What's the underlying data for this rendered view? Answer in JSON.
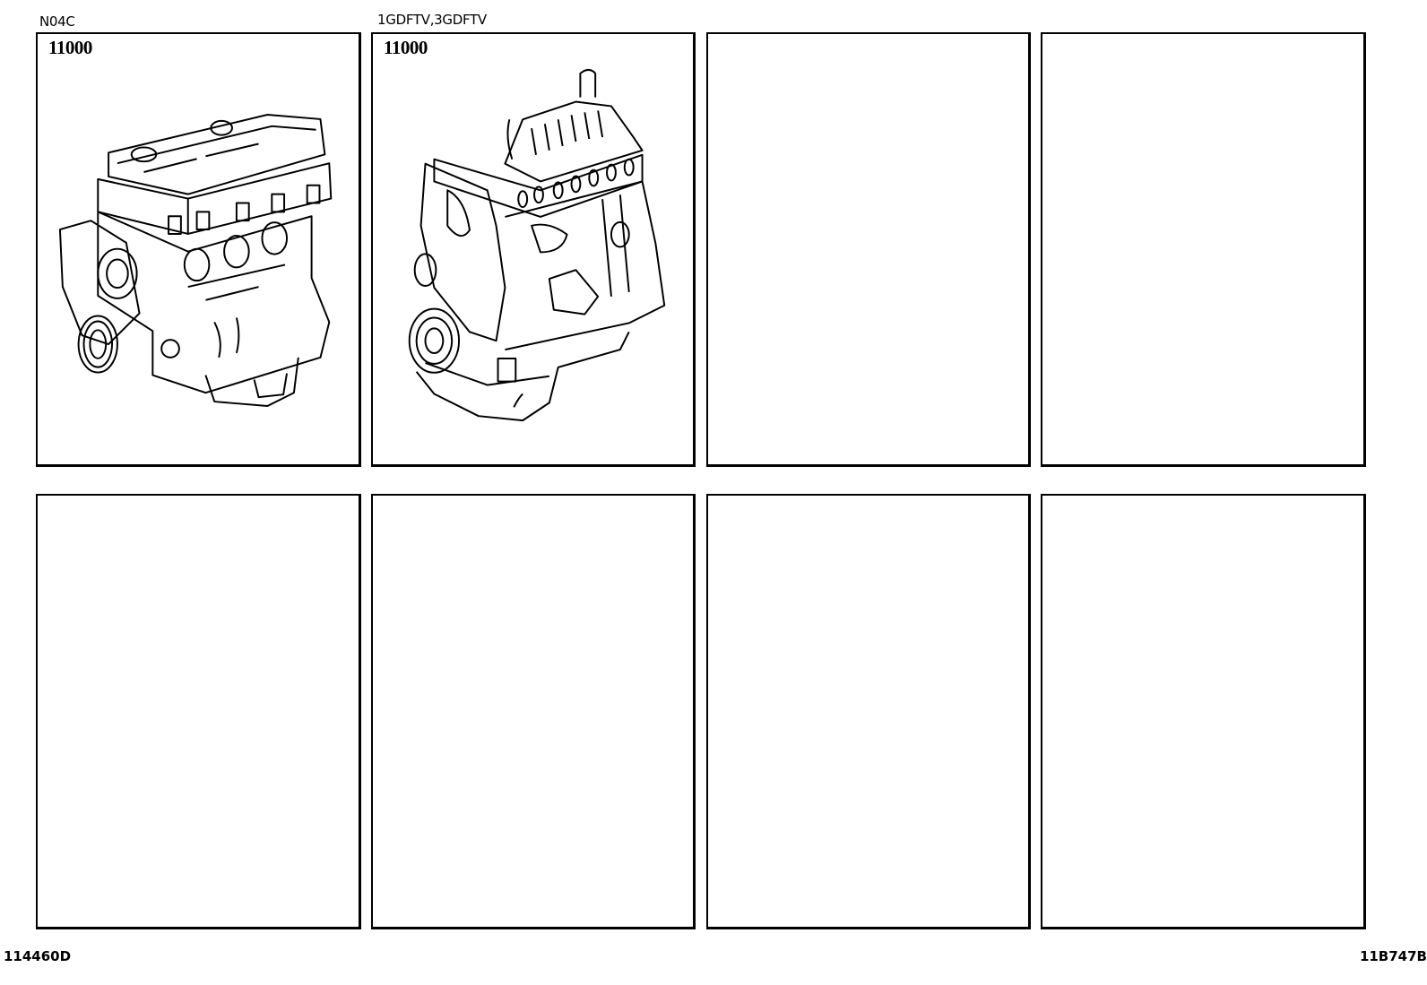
{
  "sheet": {
    "footer_left": "114460D",
    "footer_right": "11B747B"
  },
  "panels": [
    {
      "caption": "N04C",
      "part_number": "11000",
      "illustration": "engine-assembly-n04c-icon"
    },
    {
      "caption": "1GDFTV,3GDFTV",
      "part_number": "11000",
      "illustration": "engine-assembly-1gdftv-icon"
    },
    {
      "caption": "",
      "part_number": "",
      "illustration": ""
    },
    {
      "caption": "",
      "part_number": "",
      "illustration": ""
    },
    {
      "caption": "",
      "part_number": "",
      "illustration": ""
    },
    {
      "caption": "",
      "part_number": "",
      "illustration": ""
    },
    {
      "caption": "",
      "part_number": "",
      "illustration": ""
    },
    {
      "caption": "",
      "part_number": "",
      "illustration": ""
    }
  ]
}
